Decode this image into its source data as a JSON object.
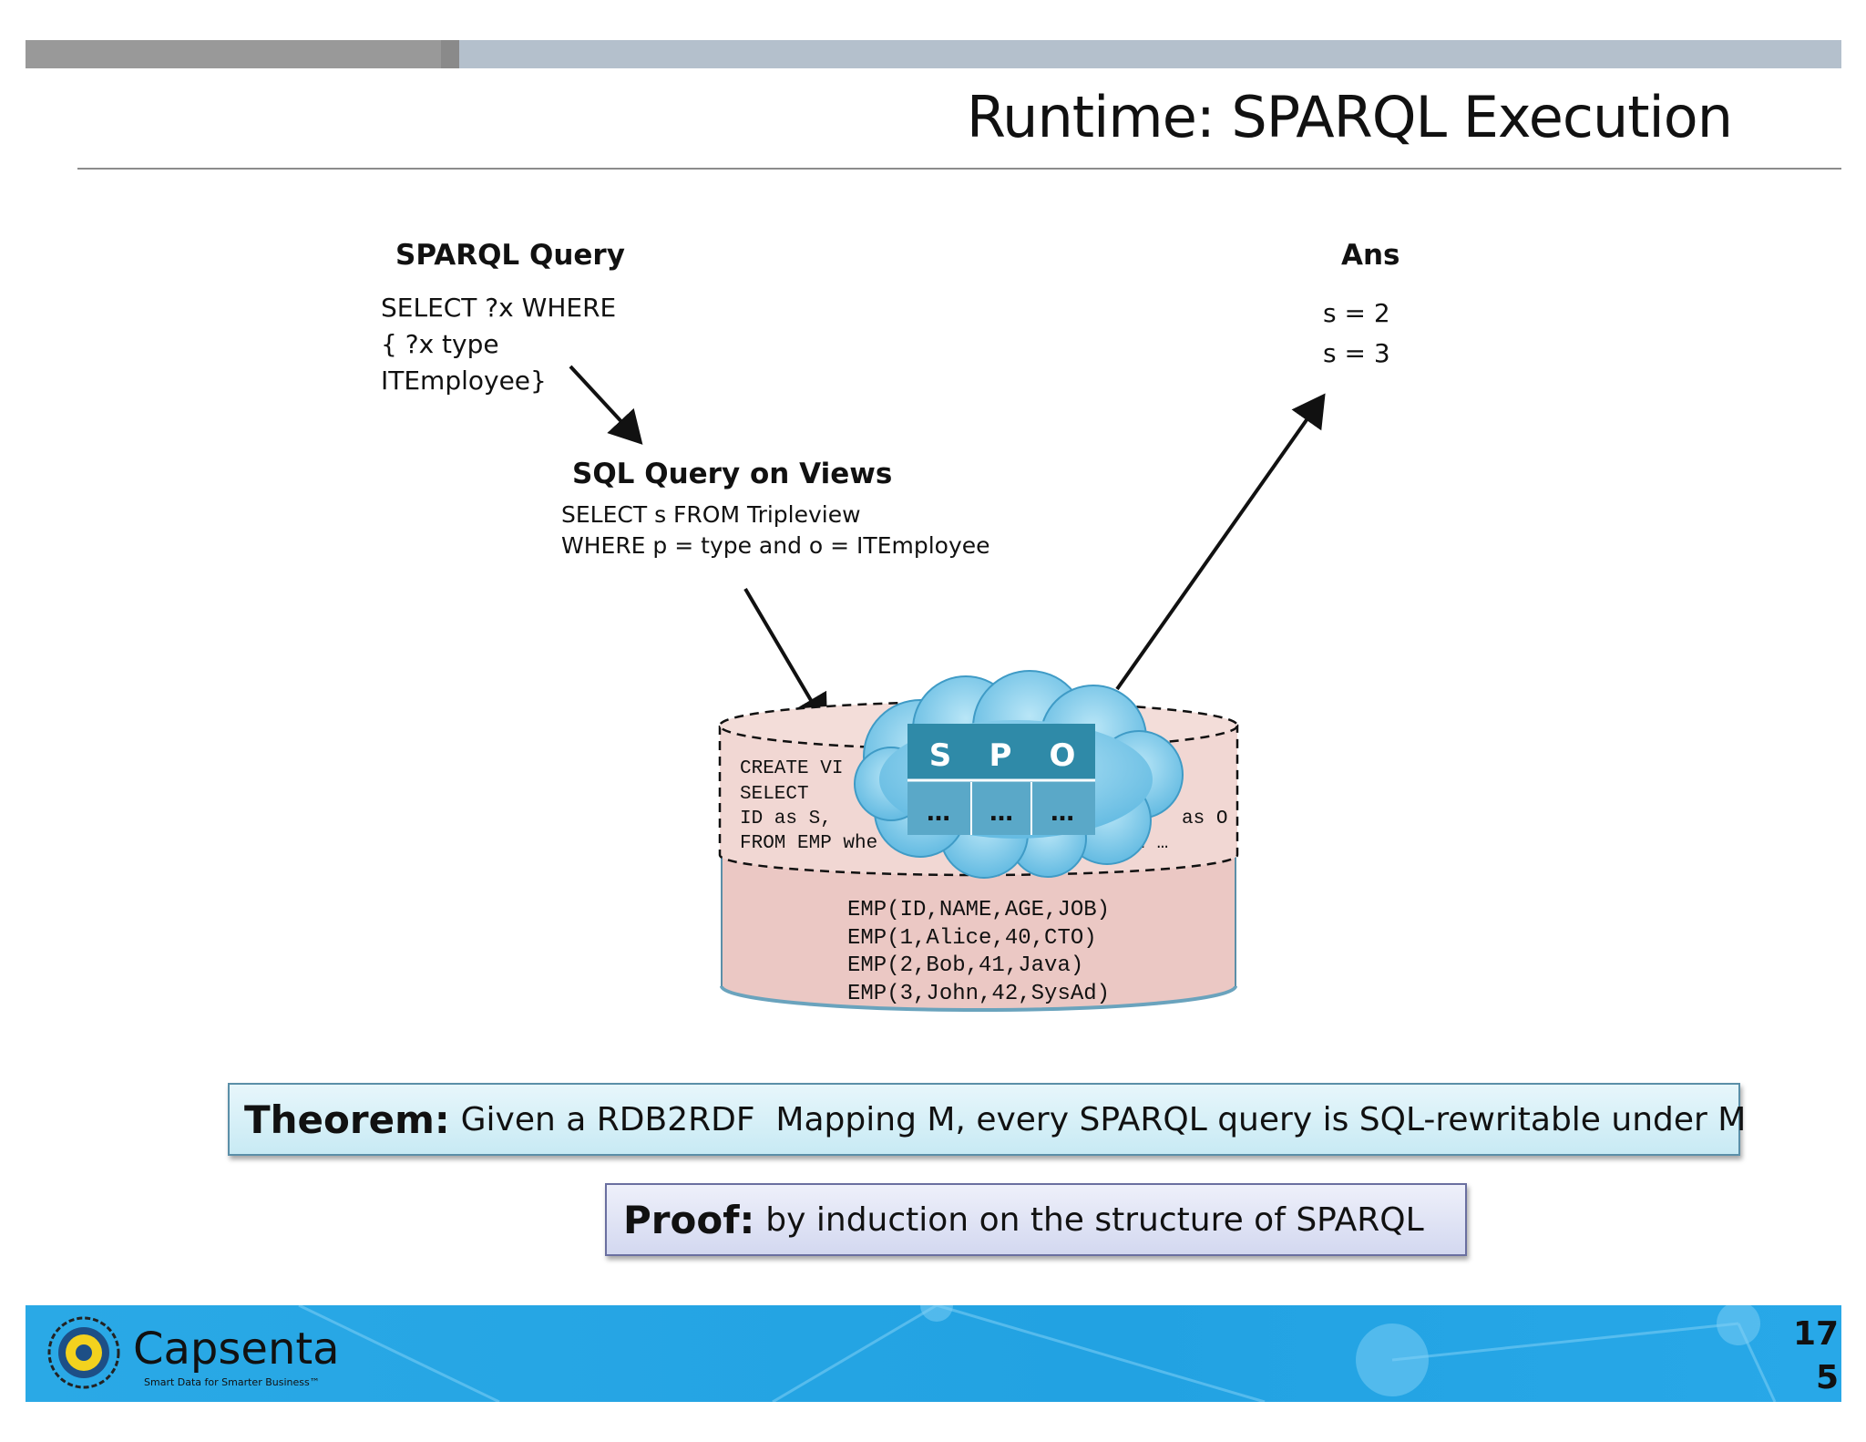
{
  "slide": {
    "title": "Runtime: SPARQL Execution",
    "page_number": [
      "17",
      "5"
    ]
  },
  "sparql": {
    "heading": "SPARQL Query",
    "lines": [
      "SELECT ?x WHERE",
      "{ ?x type",
      "ITEmployee}"
    ]
  },
  "ans": {
    "heading": "Ans",
    "lines": [
      "s = 2",
      "s = 3"
    ]
  },
  "sql": {
    "heading": "SQL Query on Views",
    "lines": [
      "SELECT s FROM Tripleview",
      "WHERE p = type and o = ITEmployee"
    ]
  },
  "view_definition": {
    "line1_left": "CREATE VI",
    "line2_left": "SELECT",
    "line3_left": "ID as S,",
    "line3_right": "ee”  as O",
    "line4_left": "FROM EMP whe",
    "line4_right": "UNION …"
  },
  "triple_table": {
    "headers": [
      "S",
      "P",
      "O"
    ],
    "cells": [
      "…",
      "…",
      "…"
    ]
  },
  "emp_table": {
    "lines": [
      "EMP(ID,NAME,AGE,JOB)",
      "EMP(1,Alice,40,CTO)",
      "EMP(2,Bob,41,Java)",
      "EMP(3,John,42,SysAd)"
    ]
  },
  "theorem": {
    "label": "Theorem:",
    "text": "Given a RDB2RDF  Mapping M, every SPARQL query is SQL-rewritable under M"
  },
  "proof": {
    "label": "Proof:",
    "text": "by induction on the structure of SPARQL"
  },
  "footer": {
    "brand": "Capsenta",
    "tagline": "Smart Data for Smarter Business™"
  },
  "colors": {
    "cylinder_fill": "#ebc8c4",
    "cloud_fill": "#7ec9ea",
    "table_header": "#2f8aa8",
    "table_cell": "#5aa8c8",
    "footer_blue": "#22a2e2"
  }
}
